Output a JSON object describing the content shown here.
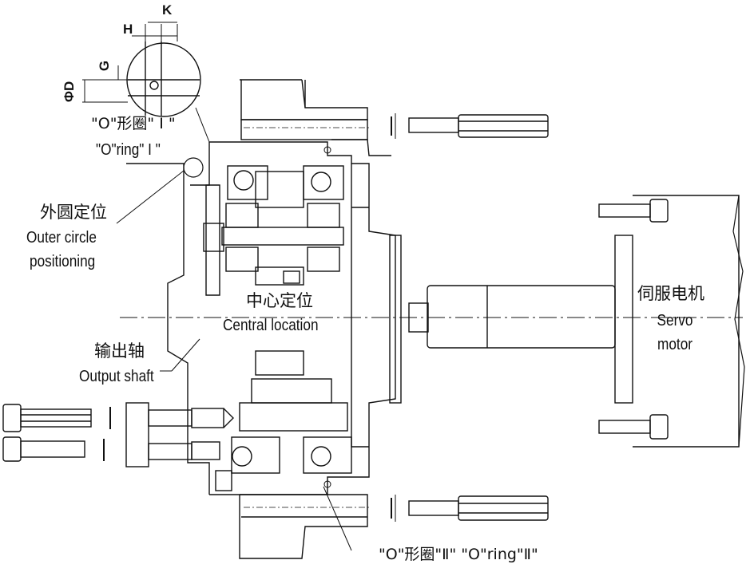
{
  "dimensions": {
    "k": "K",
    "h": "H",
    "g": "G",
    "d": "ΦD"
  },
  "labels": {
    "oring1_cn": "\"O\"形圈\" I \"",
    "oring1_en": "\"O\"ring\" I \"",
    "outer_circle_cn": "外圆定位",
    "outer_circle_en1": "Outer circle",
    "outer_circle_en2": "positioning",
    "central_cn": "中心定位",
    "central_en": "Central location",
    "output_shaft_cn": "输出轴",
    "output_shaft_en": "Output shaft",
    "servo_cn": "伺服电机",
    "servo_en1": "Servo",
    "servo_en2": "motor",
    "oring2": "\"O\"形圈\"Ⅱ\"   \"O\"ring\"Ⅱ\""
  }
}
